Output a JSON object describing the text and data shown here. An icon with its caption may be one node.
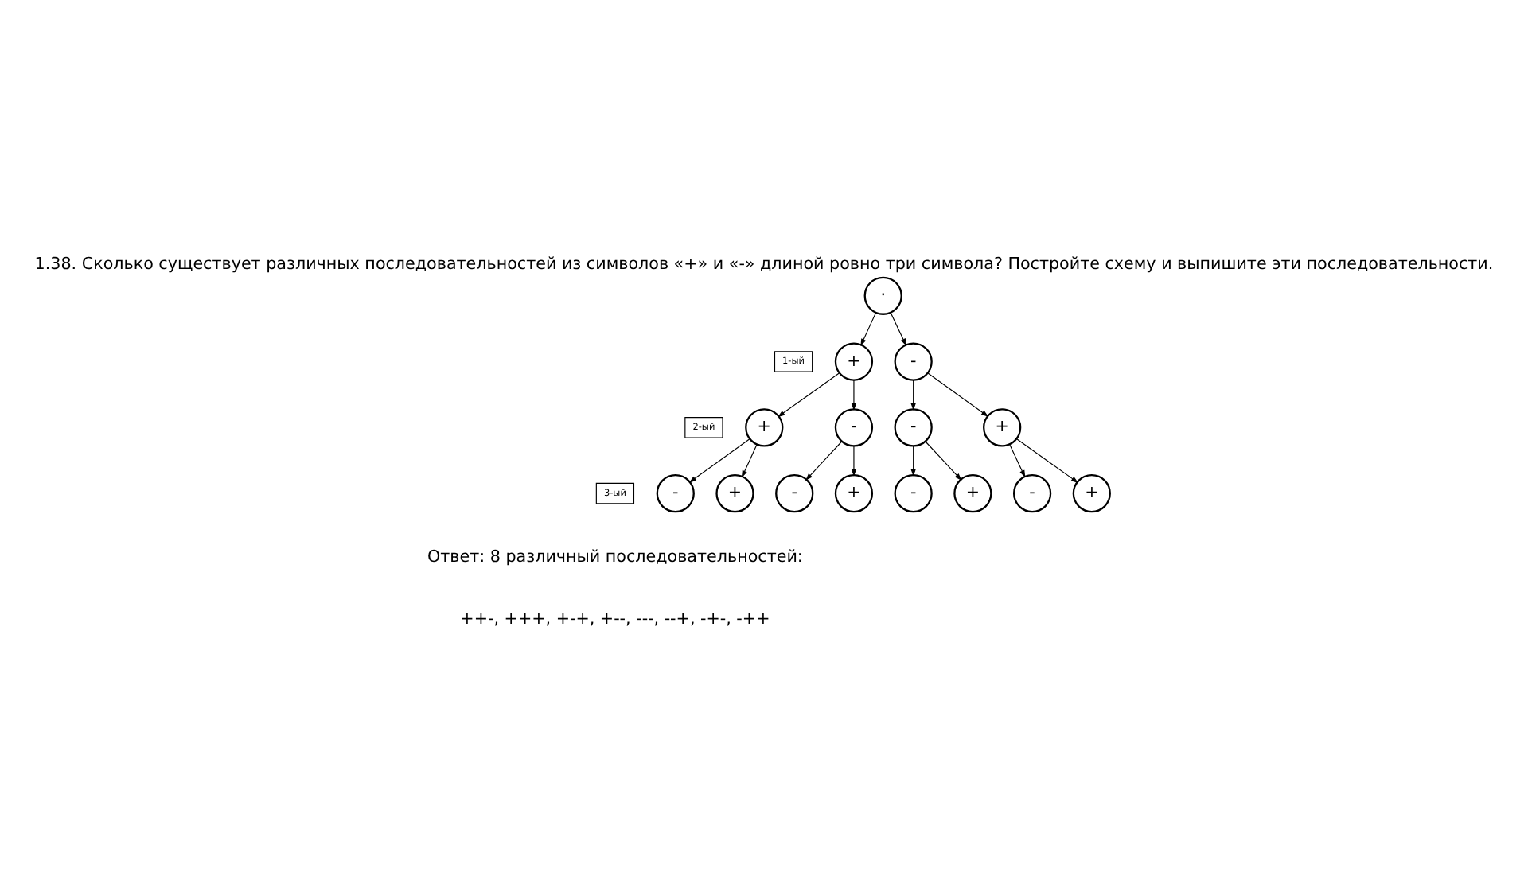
{
  "diagram": {
    "title": "1.38. Сколько существует различных последовательностей из символов «+» и «-» длиной ровно три символа? Постройте схему и выпишите эти последовательности.",
    "nodes": [
      {
        "text": [
          "·"
        ]
      },
      {
        "text": [
          "1-ый"
        ]
      },
      {
        "text": [
          "+"
        ]
      },
      {
        "text": [
          "-"
        ]
      },
      {
        "text": [
          "2-ый"
        ]
      },
      {
        "text": [
          "+"
        ]
      },
      {
        "text": [
          "-"
        ]
      },
      {
        "text": [
          "-"
        ]
      },
      {
        "text": [
          "+"
        ]
      },
      {
        "text": [
          "3-ый"
        ]
      },
      {
        "text": [
          "-"
        ]
      },
      {
        "text": [
          "+"
        ]
      },
      {
        "text": [
          "-"
        ]
      },
      {
        "text": [
          "+"
        ]
      },
      {
        "text": [
          "-"
        ]
      },
      {
        "text": [
          "+"
        ]
      },
      {
        "text": [
          "-"
        ]
      },
      {
        "text": [
          "+"
        ]
      }
    ],
    "edges": [
      {
        "from": 0,
        "to": 2,
        "arrow": "to"
      },
      {
        "from": 0,
        "to": 3,
        "arrow": "to"
      },
      {
        "from": 2,
        "to": 5,
        "arrow": "to"
      },
      {
        "from": 2,
        "to": 6,
        "arrow": "to"
      },
      {
        "from": 3,
        "to": 7,
        "arrow": "to"
      },
      {
        "from": 3,
        "to": 8,
        "arrow": "to"
      },
      {
        "from": 5,
        "to": 10,
        "arrow": "to"
      },
      {
        "from": 5,
        "to": 11,
        "arrow": "to"
      },
      {
        "from": 6,
        "to": 12,
        "arrow": "to"
      },
      {
        "from": 6,
        "to": 13,
        "arrow": "to"
      },
      {
        "from": 7,
        "to": 14,
        "arrow": "to"
      },
      {
        "from": 7,
        "to": 15,
        "arrow": "to"
      },
      {
        "from": 8,
        "to": 16,
        "arrow": "to"
      },
      {
        "from": 8,
        "to": 17,
        "arrow": "to"
      }
    ],
    "labels": [
      "Ответ: 8 различный последовательностей:",
      "++-, +++, +-+, +--, ---, --+, -+-, -++"
    ]
  }
}
